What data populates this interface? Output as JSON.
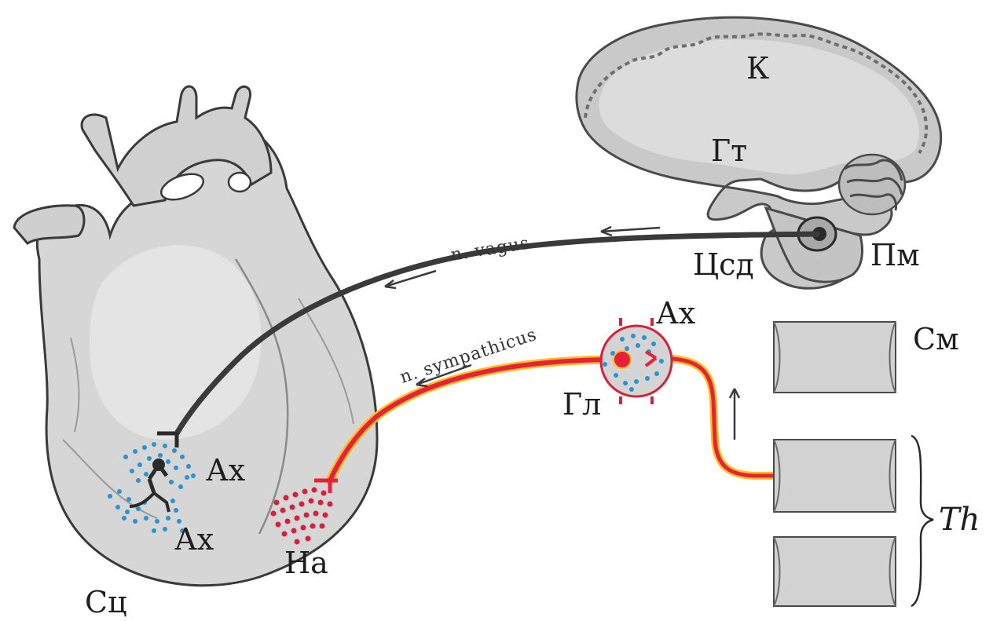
{
  "labels": {
    "cortex": "К",
    "hypothalamus": "Гт",
    "medulla": "Пм",
    "vagus_center": "Цсд",
    "spinal_cord": "См",
    "ganglion_ach": "Ах",
    "ganglion": "Гл",
    "heart_ach_upper": "Ах",
    "heart_ach_lower": "Ах",
    "noradrenaline": "На",
    "heart": "Сц",
    "thoracic": "Th"
  },
  "nerves": {
    "vagus": "n. vagus",
    "sympathicus": "n. sympathicus"
  },
  "colors": {
    "vagus_fiber": "#3a3a3a",
    "sympathetic_fiber": "#e8213a",
    "sympathetic_glow": "#f7c21e",
    "acetylcholine_dots": "#2b93d1",
    "noradrenaline_dots": "#d9203a",
    "brain_fill": "#cbcbcb",
    "vertebra_fill": "#d2d2d2"
  }
}
